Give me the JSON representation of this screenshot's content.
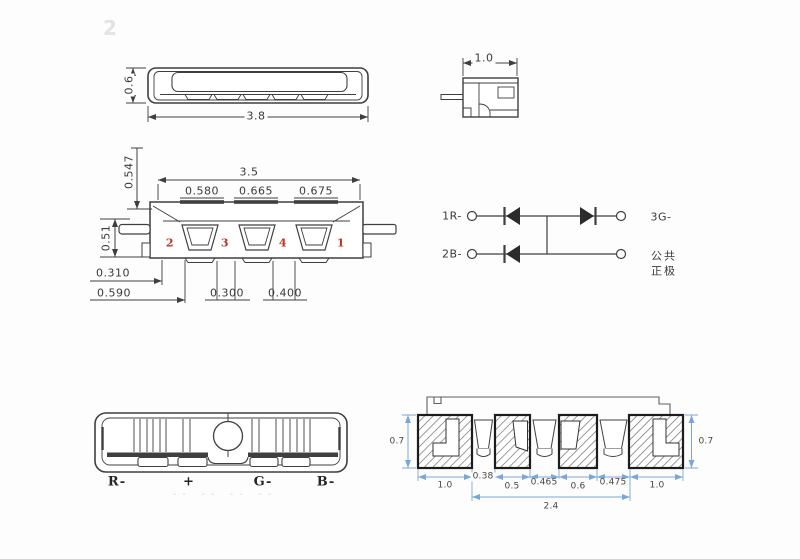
{
  "watermark": "2",
  "top_view": {
    "dim_height": "0.6",
    "dim_width": "3.8"
  },
  "side_view": {
    "dim_width": "1.0"
  },
  "front_view": {
    "dim_total_width": "3.5",
    "dim_seg_left": "0.580",
    "dim_seg_mid": "0.665",
    "dim_seg_right": "0.675",
    "dim_height_upper": "0.547",
    "dim_lead_height": "0.51",
    "dim_offset_a": "0.310",
    "dim_offset_b": "0.590",
    "dim_cup_a": "0.300",
    "dim_cup_b": "0.400",
    "pin_labels": [
      "2",
      "3",
      "4",
      "1"
    ]
  },
  "schematic": {
    "terminal_top_left": "1R-",
    "terminal_bottom_left": "2B-",
    "terminal_top_right": "3G-",
    "terminal_bottom_right_line1": "公共",
    "terminal_bottom_right_line2": "正极"
  },
  "bottom_view": {
    "pad_labels": [
      "R-",
      "+",
      "G-",
      "B-"
    ],
    "faint_marks": "-- --  -- --"
  },
  "pad_layout": {
    "dim_height_left": "0.7",
    "dim_height_right": "0.7",
    "dim_pad_outer_left": "1.0",
    "dim_gap1": "0.38",
    "dim_pad2": "0.5",
    "dim_gap2": "0.465",
    "dim_pad3": "0.6",
    "dim_gap3": "0.475",
    "dim_pad_outer_right": "1.0",
    "dim_inner_span": "2.4"
  },
  "colors": {
    "line": "#3f3f3f",
    "pin_number": "#c43126",
    "dim_blue": "#7aa8d6",
    "background": "#fdfdfd"
  }
}
